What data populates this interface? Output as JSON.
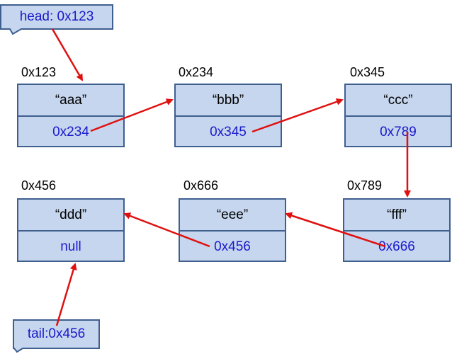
{
  "head": {
    "label": "head: 0x123"
  },
  "tail": {
    "label": "tail:0x456"
  },
  "nodes": [
    {
      "id": "n1",
      "address": "0x123",
      "value": "“aaa”",
      "next": "0x234"
    },
    {
      "id": "n2",
      "address": "0x234",
      "value": "“bbb”",
      "next": "0x345"
    },
    {
      "id": "n3",
      "address": "0x345",
      "value": "“ccc”",
      "next": "0x789"
    },
    {
      "id": "n4",
      "address": "0x456",
      "value": "“ddd”",
      "next": "null"
    },
    {
      "id": "n5",
      "address": "0x666",
      "value": "“eee”",
      "next": "0x456"
    },
    {
      "id": "n6",
      "address": "0x789",
      "value": "“fff”",
      "next": "0x666"
    }
  ],
  "colors": {
    "node_fill": "#c6d6ee",
    "node_border": "#3f5f8f",
    "pointer_text": "#1a1acc",
    "arrow": "#e01010"
  }
}
